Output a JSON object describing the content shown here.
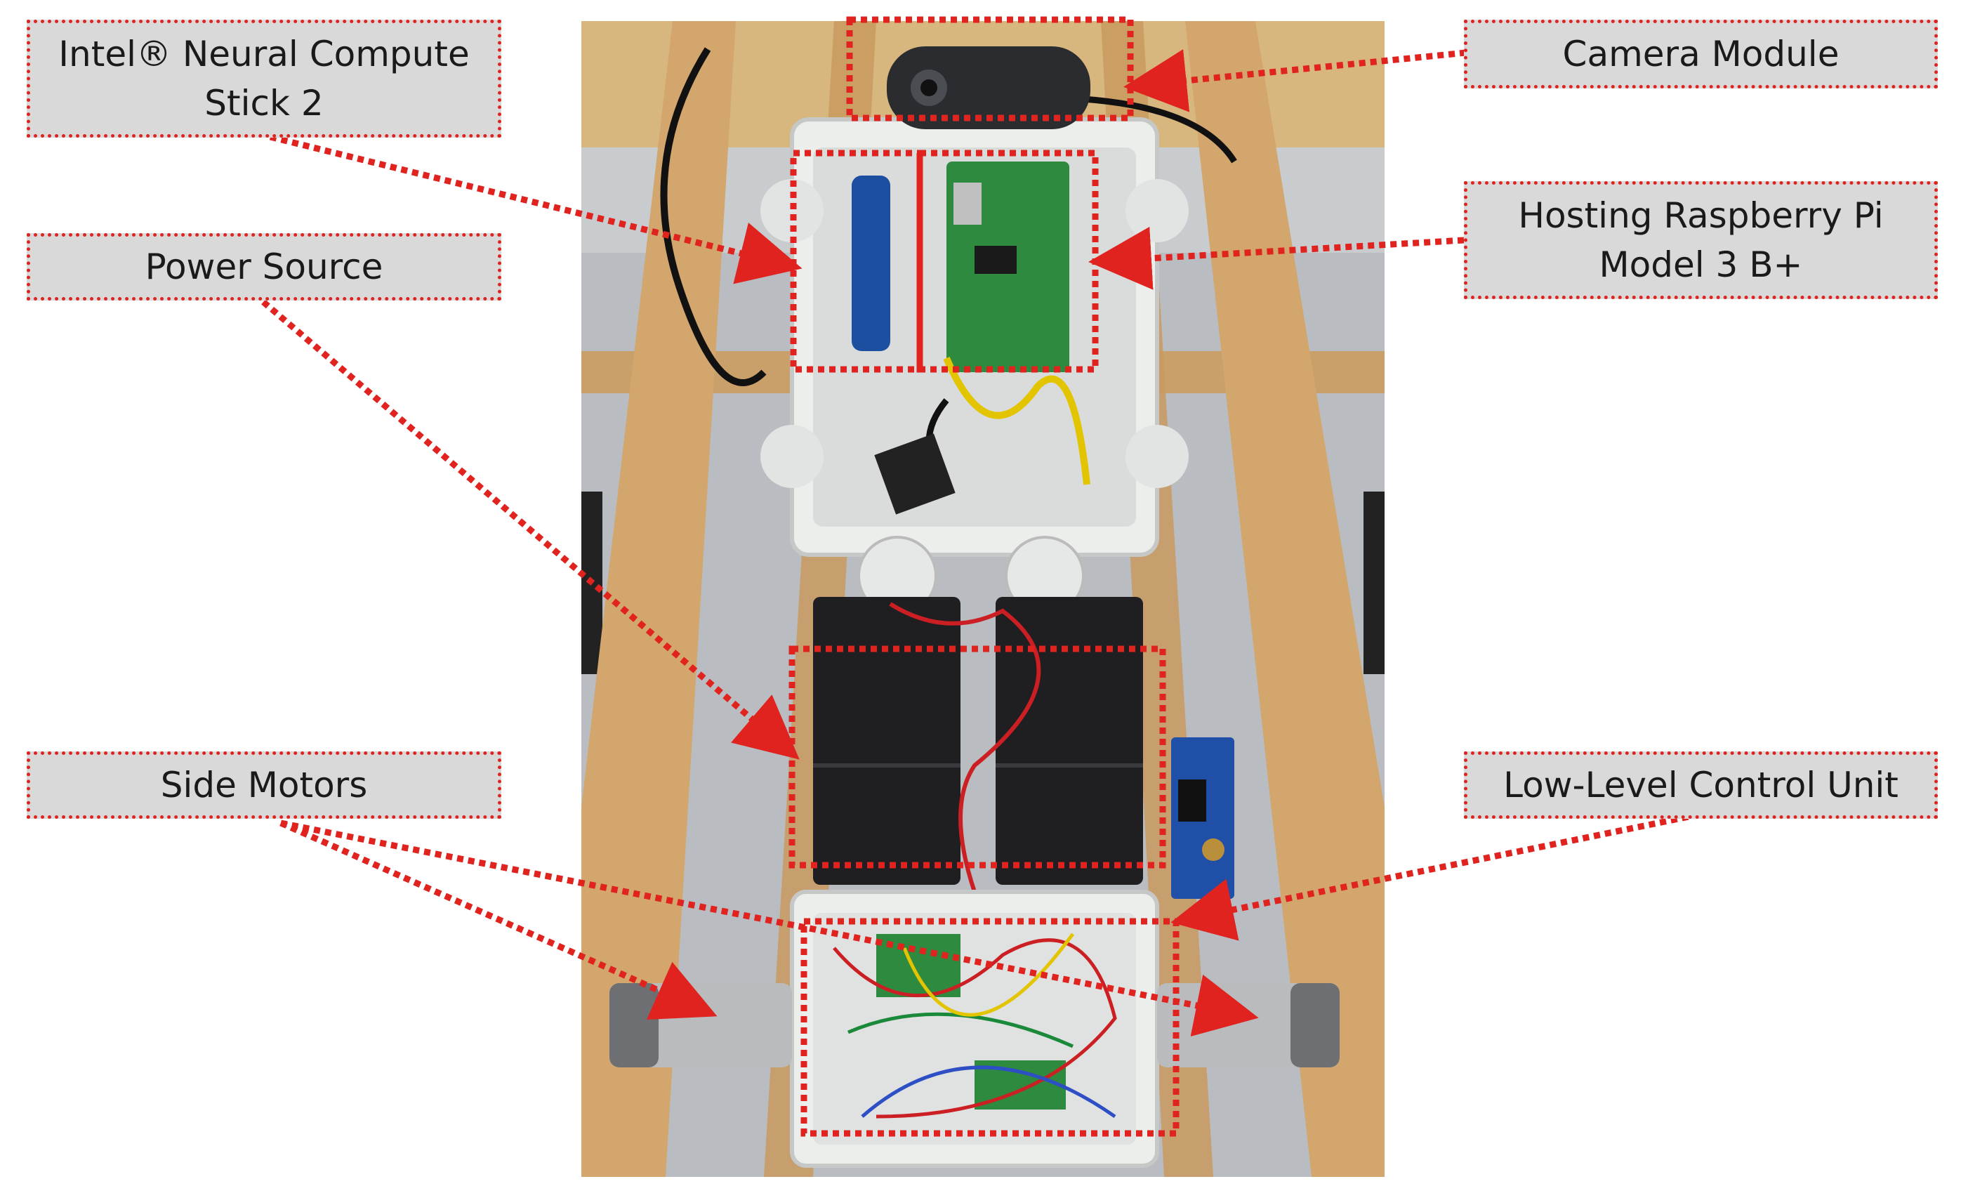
{
  "labels": {
    "ncs": "Intel® Neural Compute\nStick 2",
    "power": "Power Source",
    "motors": "Side Motors",
    "camera": "Camera Module",
    "rpi": "Hosting Raspberry Pi\nModel 3 B+",
    "llcu": "Low-Level Control Unit"
  },
  "colors": {
    "annotation": "#e0231f",
    "label_fill": "#d9d9d9",
    "wood": "#d7b07a",
    "enclosure": "#eceeec",
    "battery": "#1f1f22",
    "pcb": "#2e8a3f"
  },
  "photo_icons": [
    "camera-icon",
    "raspberry-pi-board-icon",
    "neural-stick-icon",
    "battery-pack-icon",
    "control-board-icon",
    "motor-icon",
    "buck-converter-icon"
  ]
}
